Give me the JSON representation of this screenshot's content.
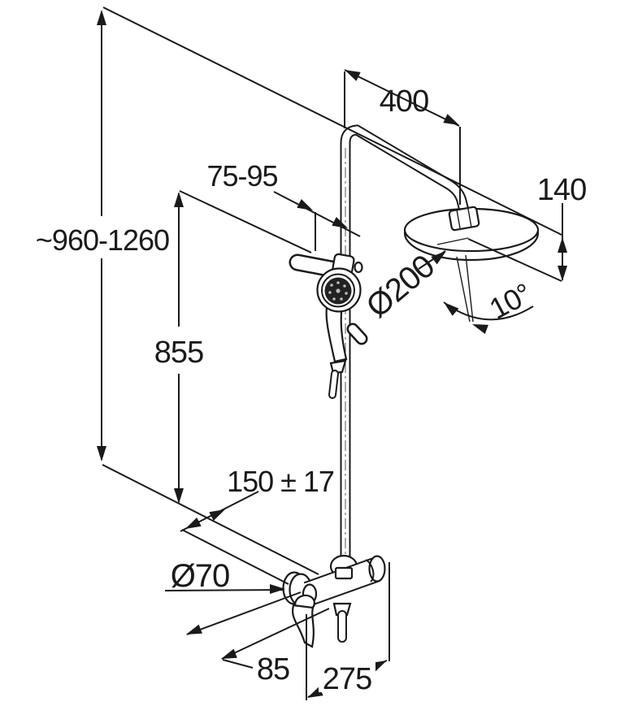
{
  "diagram": {
    "background": "#ffffff",
    "line_color": "#1a1a1a",
    "dimensions": {
      "overall_height": "~960-1260",
      "arm_reach": "400",
      "head_drop": "140",
      "holder_to_pipe": "75-95",
      "rail_length": "855",
      "head_diameter": "Ø200",
      "head_tilt": "10°",
      "outlet_offset": "150 ± 17",
      "escutcheon_diameter": "Ø70",
      "lever_reach": "85",
      "mixer_length": "275"
    }
  }
}
